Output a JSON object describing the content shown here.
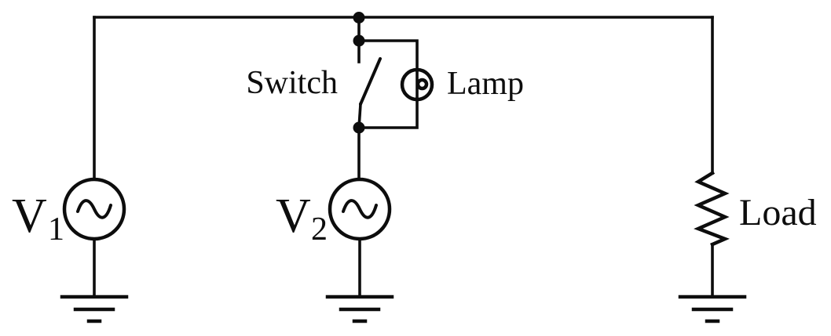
{
  "diagram": {
    "background_color": "#ffffff",
    "line_color": "#0d0d0d",
    "labels": {
      "source1_name": "V",
      "source1_sub": "1",
      "source2_name": "V",
      "source2_sub": "2",
      "switch": "Switch",
      "lamp": "Lamp",
      "load": "Load"
    },
    "components": [
      {
        "id": "v1",
        "type": "ac-voltage-source",
        "label": "V1"
      },
      {
        "id": "v2",
        "type": "ac-voltage-source",
        "label": "V2"
      },
      {
        "id": "switch",
        "type": "spst-switch-open",
        "label": "Switch"
      },
      {
        "id": "lamp",
        "type": "indicator-lamp",
        "label": "Lamp"
      },
      {
        "id": "load",
        "type": "resistor",
        "label": "Load"
      },
      {
        "id": "ground-left",
        "type": "earth-ground"
      },
      {
        "id": "ground-middle",
        "type": "earth-ground"
      },
      {
        "id": "ground-right",
        "type": "earth-ground"
      }
    ]
  }
}
